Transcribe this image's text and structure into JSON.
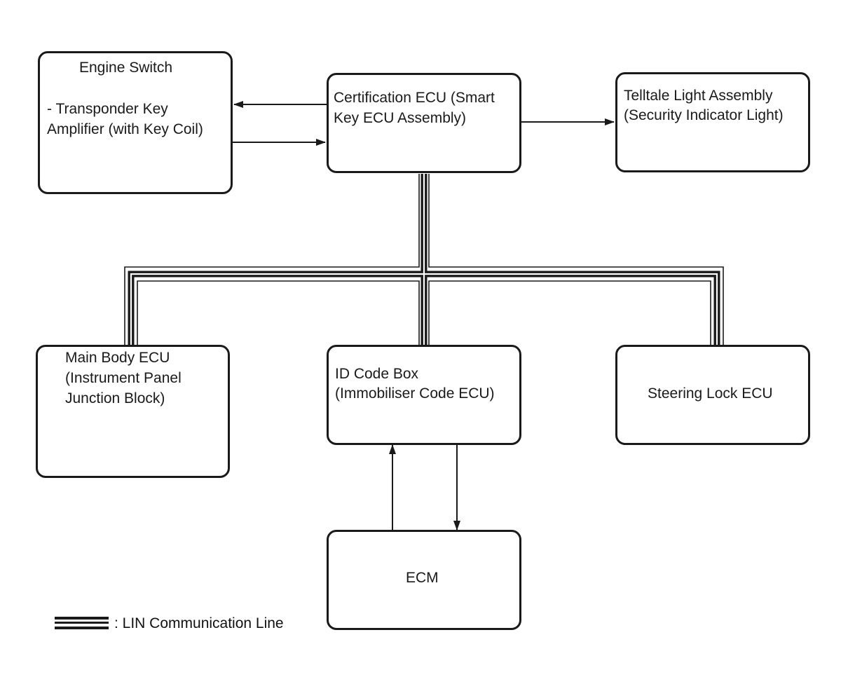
{
  "nodes": {
    "engine_switch": {
      "title": "Engine Switch",
      "line1": "- Transponder Key",
      "line2": "Amplifier (with Key Coil)"
    },
    "certification_ecu": {
      "line1": "Certification ECU (Smart",
      "line2": "Key ECU Assembly)"
    },
    "telltale_light": {
      "line1": "Telltale Light Assembly",
      "line2": "(Security Indicator Light)"
    },
    "main_body_ecu": {
      "line1": "Main Body ECU",
      "line2": "(Instrument Panel",
      "line3": "Junction Block)"
    },
    "id_code_box": {
      "line1": "ID Code Box",
      "line2": "(Immobiliser Code ECU)"
    },
    "steering_lock_ecu": {
      "line1": "Steering Lock ECU"
    },
    "ecm": {
      "line1": "ECM"
    }
  },
  "legend": {
    "label": ": LIN Communication Line"
  },
  "colors": {
    "line": "#1a1a1a",
    "background": "#ffffff"
  }
}
